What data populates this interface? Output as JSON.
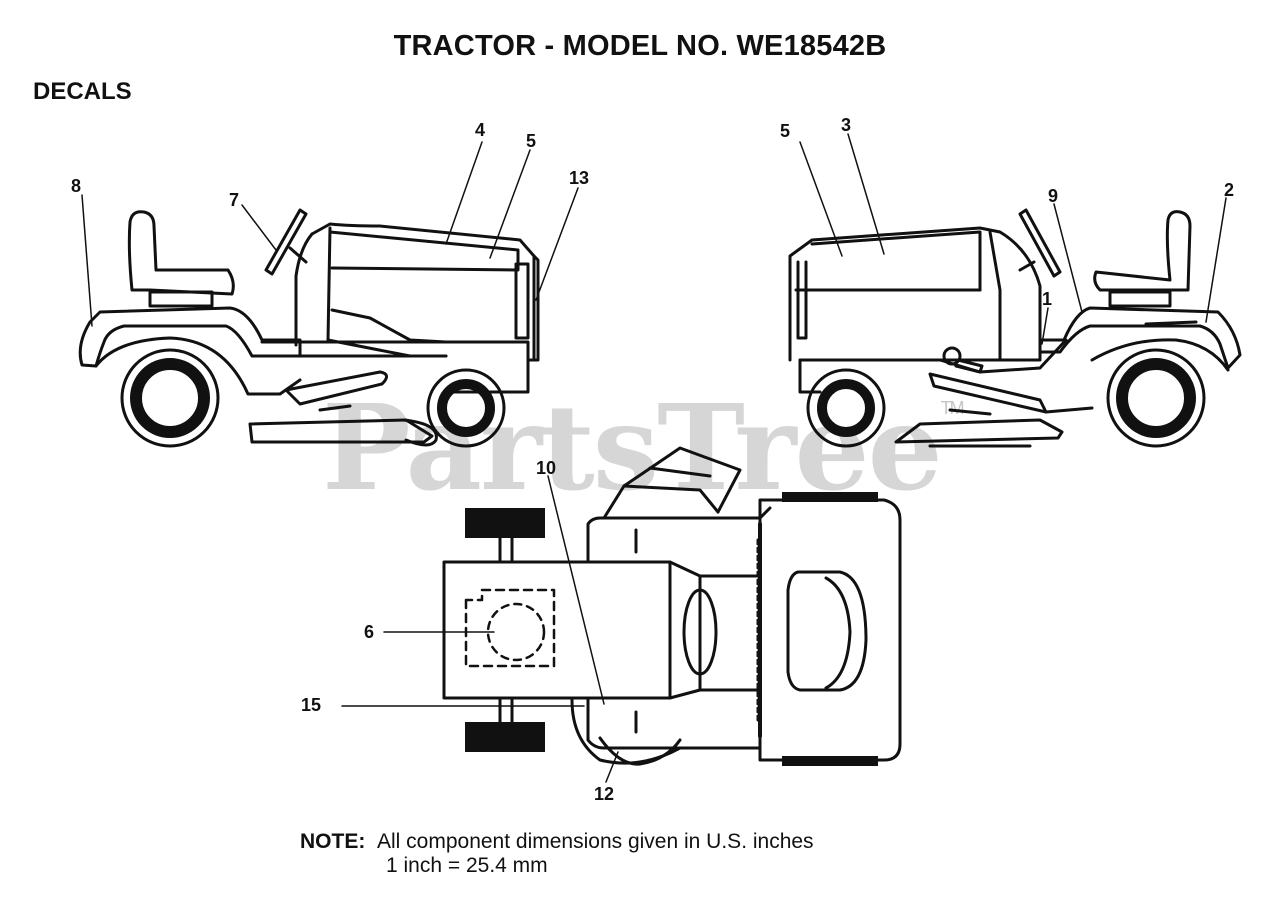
{
  "title": "TRACTOR - MODEL NO. WE18542B",
  "section": "DECALS",
  "watermark": {
    "text": "PartsTree",
    "tm": "TM"
  },
  "callouts": {
    "c1": "1",
    "c2": "2",
    "c3": "3",
    "c4": "4",
    "c5a": "5",
    "c5b": "5",
    "c6": "6",
    "c7": "7",
    "c8": "8",
    "c9": "9",
    "c10": "10",
    "c12": "12",
    "c13": "13",
    "c15": "15"
  },
  "note": {
    "label": "NOTE:",
    "line1": "All component dimensions given in U.S. inches",
    "line2": "1 inch = 25.4 mm"
  },
  "colors": {
    "line": "#111111",
    "watermark": "#cfcfcf"
  }
}
